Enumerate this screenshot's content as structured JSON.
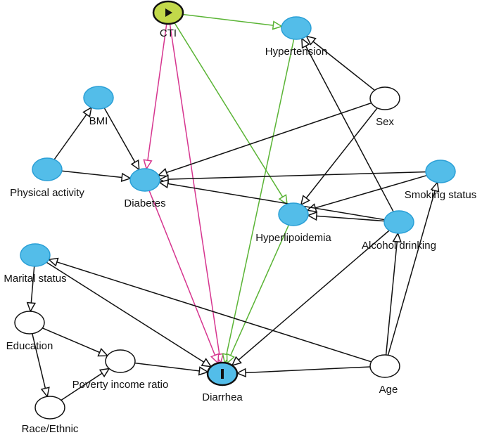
{
  "colors": {
    "exposure_fill": "#c2d94a",
    "ancestor_fill": "#53bde9",
    "outcome_fill": "#53bde9",
    "plain_fill": "#ffffff",
    "causal_edge": "#5ab435",
    "biasing_edge": "#d6358f",
    "other_edge": "#111111"
  },
  "nodes": [
    {
      "id": "cti",
      "label": "CTI",
      "role": "exposure",
      "icon": "play-icon"
    },
    {
      "id": "hypertension",
      "label": "Hypertension",
      "role": "ancestor"
    },
    {
      "id": "sex",
      "label": "Sex",
      "role": "plain"
    },
    {
      "id": "bmi",
      "label": "BMI",
      "role": "ancestor"
    },
    {
      "id": "physical_activity",
      "label": "Physical activity",
      "role": "ancestor"
    },
    {
      "id": "diabetes",
      "label": "Diabetes",
      "role": "ancestor"
    },
    {
      "id": "smoking_status",
      "label": "Smoking status",
      "role": "ancestor"
    },
    {
      "id": "hyperlipoidemia",
      "label": "Hyperlipoidemia",
      "role": "ancestor"
    },
    {
      "id": "alcohol_drinking",
      "label": "Alcohol drinking",
      "role": "ancestor"
    },
    {
      "id": "marital_status",
      "label": "Marital status",
      "role": "ancestor"
    },
    {
      "id": "education",
      "label": "Education",
      "role": "plain"
    },
    {
      "id": "poverty_income_ratio",
      "label": "Poverty income ratio",
      "role": "plain"
    },
    {
      "id": "diarrhea",
      "label": "Diarrhea",
      "role": "outcome",
      "icon": "bar-icon"
    },
    {
      "id": "age",
      "label": "Age",
      "role": "plain"
    },
    {
      "id": "race_ethnic",
      "label": "Race/Ethnic",
      "role": "plain"
    }
  ],
  "edges": [
    {
      "from": "cti",
      "to": "hypertension",
      "kind": "causal"
    },
    {
      "from": "cti",
      "to": "hyperlipoidemia",
      "kind": "causal"
    },
    {
      "from": "cti",
      "to": "diabetes",
      "kind": "biasing"
    },
    {
      "from": "cti",
      "to": "diarrhea",
      "kind": "biasing"
    },
    {
      "from": "hypertension",
      "to": "diarrhea",
      "kind": "causal"
    },
    {
      "from": "hyperlipoidemia",
      "to": "diarrhea",
      "kind": "causal"
    },
    {
      "from": "diabetes",
      "to": "diarrhea",
      "kind": "biasing"
    },
    {
      "from": "sex",
      "to": "hypertension",
      "kind": "other"
    },
    {
      "from": "sex",
      "to": "diabetes",
      "kind": "other"
    },
    {
      "from": "sex",
      "to": "hyperlipoidemia",
      "kind": "other"
    },
    {
      "from": "bmi",
      "to": "diabetes",
      "kind": "other"
    },
    {
      "from": "physical_activity",
      "to": "bmi",
      "kind": "other"
    },
    {
      "from": "physical_activity",
      "to": "diabetes",
      "kind": "other"
    },
    {
      "from": "smoking_status",
      "to": "diabetes",
      "kind": "other"
    },
    {
      "from": "smoking_status",
      "to": "hyperlipoidemia",
      "kind": "other"
    },
    {
      "from": "alcohol_drinking",
      "to": "diabetes",
      "kind": "other"
    },
    {
      "from": "alcohol_drinking",
      "to": "hyperlipoidemia",
      "kind": "other"
    },
    {
      "from": "alcohol_drinking",
      "to": "hypertension",
      "kind": "other"
    },
    {
      "from": "alcohol_drinking",
      "to": "diarrhea",
      "kind": "other"
    },
    {
      "from": "marital_status",
      "to": "diarrhea",
      "kind": "other"
    },
    {
      "from": "marital_status",
      "to": "education",
      "kind": "other"
    },
    {
      "from": "education",
      "to": "poverty_income_ratio",
      "kind": "other"
    },
    {
      "from": "education",
      "to": "race_ethnic",
      "kind": "other"
    },
    {
      "from": "poverty_income_ratio",
      "to": "diarrhea",
      "kind": "other"
    },
    {
      "from": "race_ethnic",
      "to": "poverty_income_ratio",
      "kind": "other"
    },
    {
      "from": "age",
      "to": "diarrhea",
      "kind": "other"
    },
    {
      "from": "age",
      "to": "marital_status",
      "kind": "other"
    },
    {
      "from": "age",
      "to": "alcohol_drinking",
      "kind": "other"
    },
    {
      "from": "age",
      "to": "smoking_status",
      "kind": "other"
    }
  ]
}
